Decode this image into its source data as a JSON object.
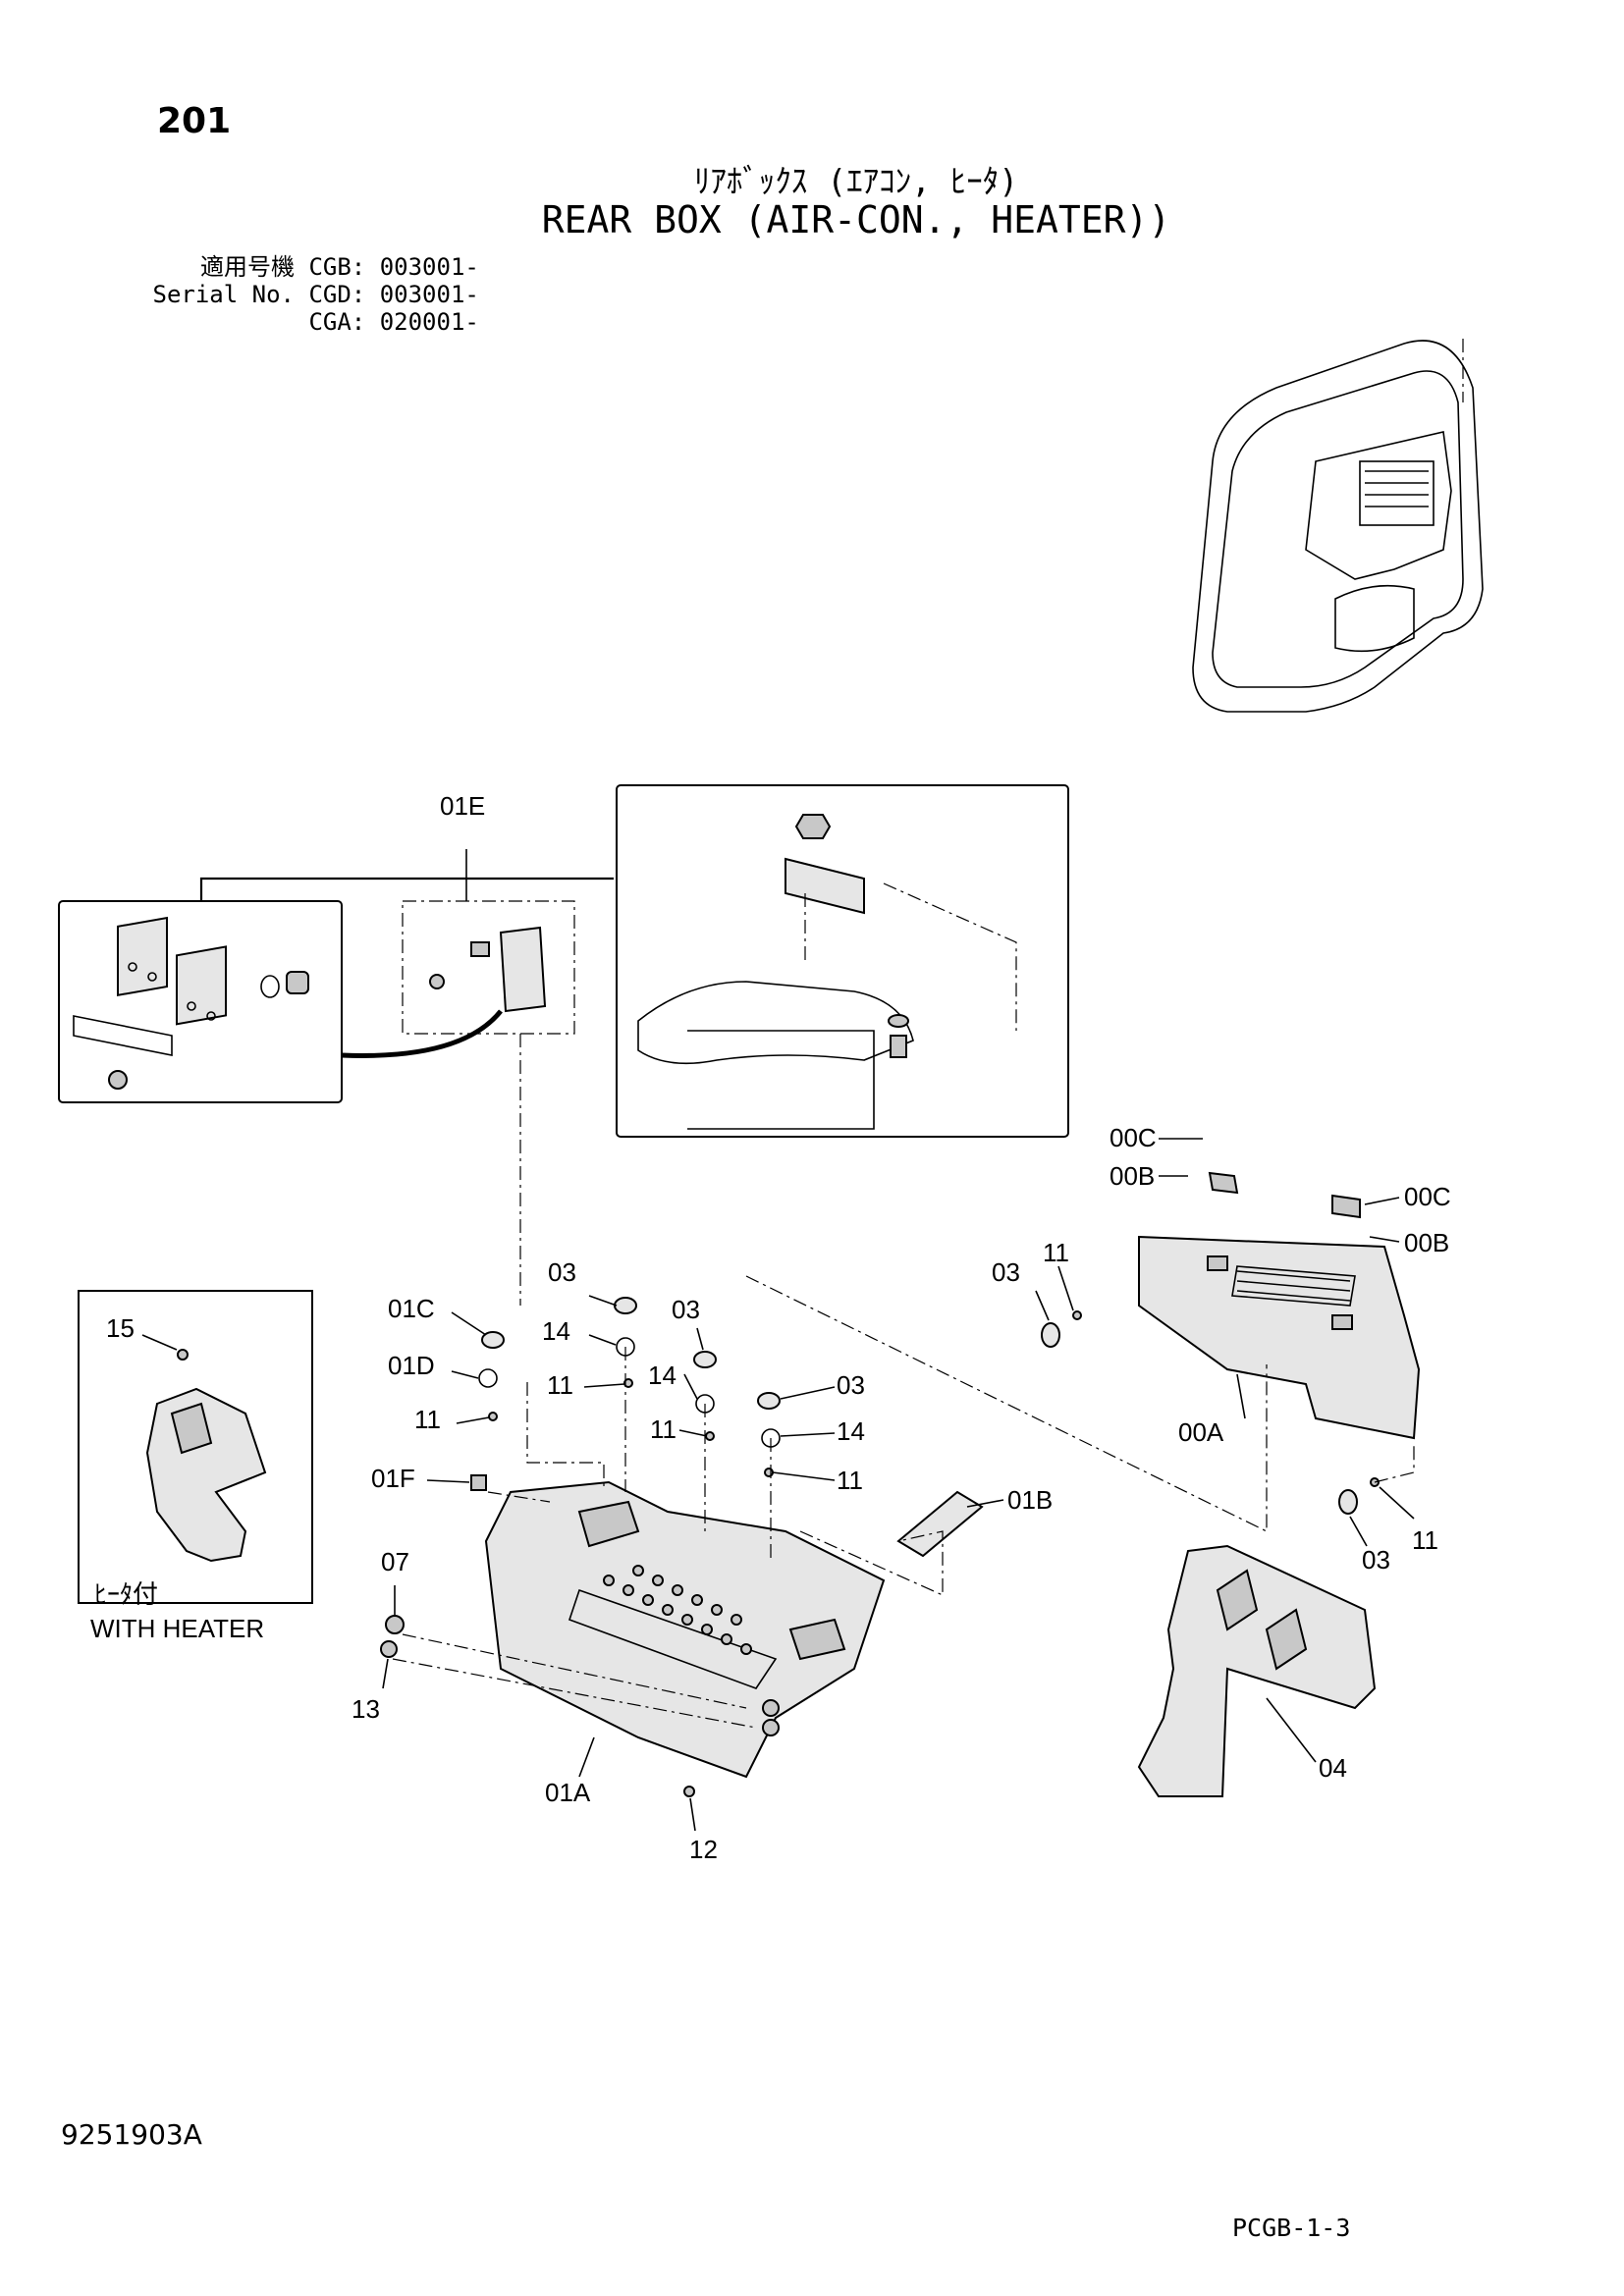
{
  "page_number": "201",
  "title_jp": "ﾘｱﾎﾞｯｸｽ (ｴｱｺﾝ, ﾋｰﾀ)",
  "title_en": "REAR BOX (AIR-CON., HEATER))",
  "serial_label_jp": "適用号機",
  "serial_label_en": "Serial No.",
  "serials": [
    "CGB: 003001-",
    "CGD: 003001-",
    "CGA: 020001-"
  ],
  "callouts": {
    "c01E": "01E",
    "c00C_a": "00C",
    "c00B_a": "00B",
    "c00C_b": "00C",
    "c00B_b": "00B",
    "c03_a": "03",
    "c11_a": "11",
    "c00A": "00A",
    "c11_b": "11",
    "c03_b": "03",
    "c01C": "01C",
    "c01D": "01D",
    "c11_c": "11",
    "c01F": "01F",
    "c07": "07",
    "c13": "13",
    "c03_c": "03",
    "c14_a": "14",
    "c11_d": "11",
    "c03_d": "03",
    "c14_b": "14",
    "c11_e": "11",
    "c03_e": "03",
    "c14_c": "14",
    "c11_f": "11",
    "c01B": "01B",
    "c01A": "01A",
    "c12": "12",
    "c04": "04",
    "c15": "15"
  },
  "heater_label_jp": "ﾋｰﾀ付",
  "heater_label_en": "WITH HEATER",
  "document_id": "9251903A",
  "page_code": "PCGB-1-3"
}
